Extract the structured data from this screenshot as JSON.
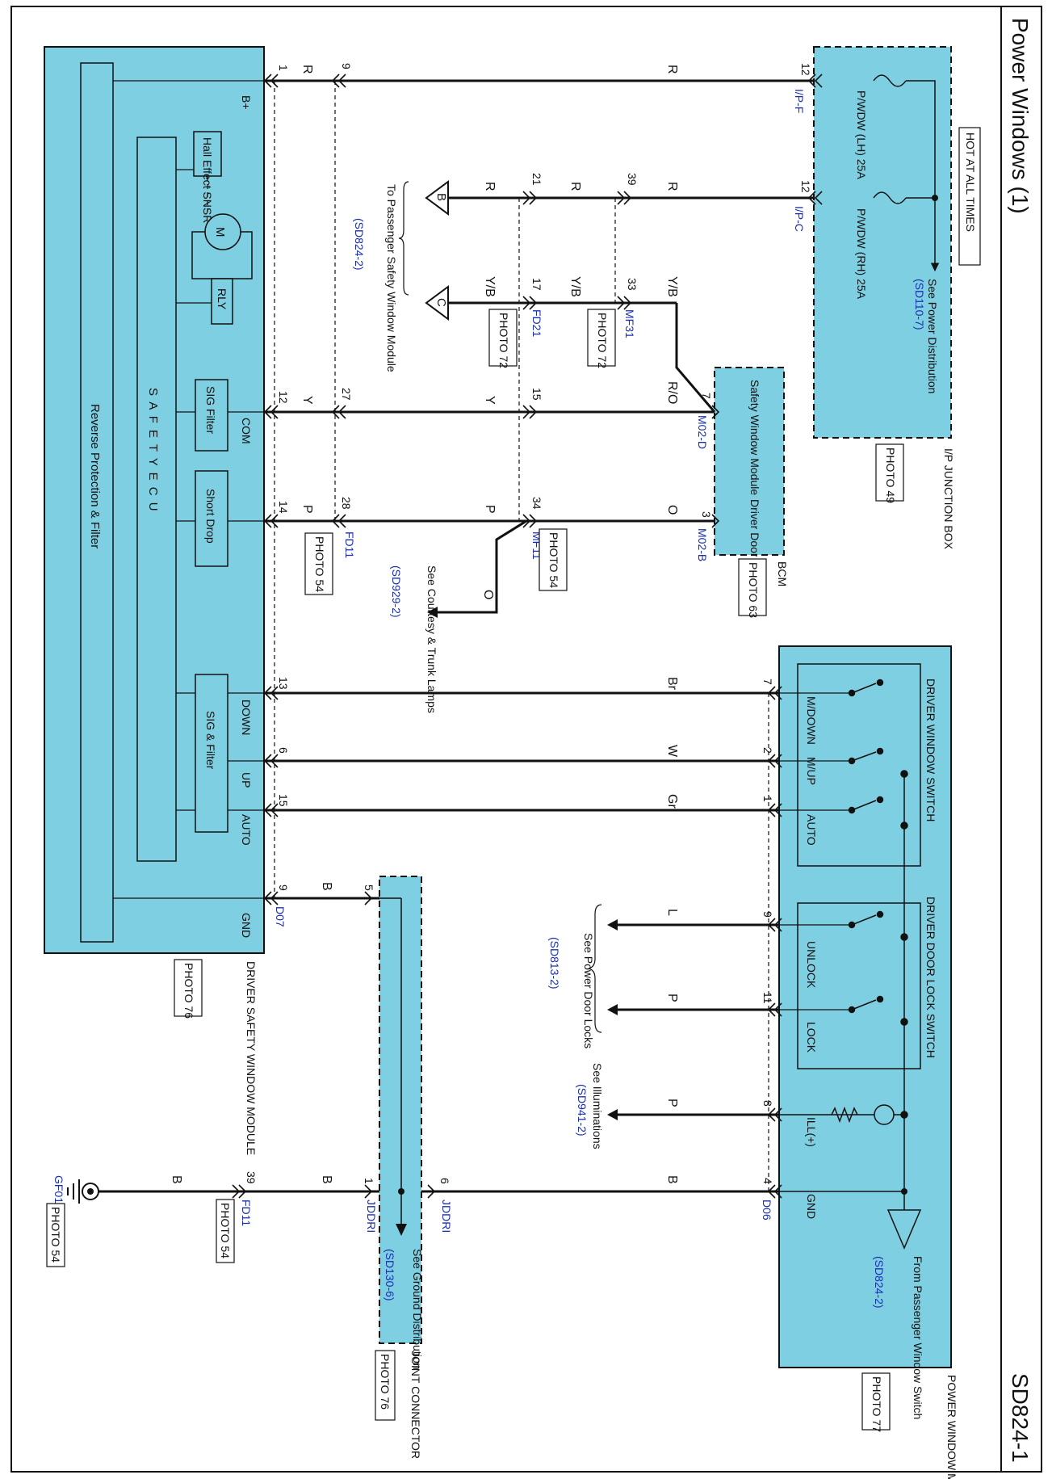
{
  "header": {
    "title": "Power Windows (1)",
    "page_code": "SD824-1"
  },
  "power_box": {
    "fuse_lh": {
      "name": "P/WDW (LH) 25A",
      "pin": "12",
      "connector": "I/P-F"
    },
    "fuse_rh": {
      "name": "P/WDW (RH) 25A",
      "pin": "12",
      "connector": "I/P-C"
    },
    "hot_label": "HOT AT ALL TIMES",
    "see_power": "See Power Distribution",
    "see_power_ref": "(SD110-7)",
    "box_label": "I/P JUNCTION BOX",
    "photo": "PHOTO 49"
  },
  "bcm": {
    "module_text": "Safety Window Module",
    "switch_text": "Driver Door Switch",
    "pin_swm": "7",
    "pin_switch": "3",
    "conn_swm": "M02-D",
    "conn_switch": "M02-B",
    "box_label": "BCM",
    "photo": "PHOTO 63"
  },
  "connectors": {
    "mf31": {
      "name": "MF31",
      "photo": "PHOTO 72"
    },
    "fd21": {
      "name": "FD21",
      "photo": "PHOTO 72"
    },
    "mf11": {
      "name": "MF11",
      "photo": "PHOTO 54"
    },
    "fd11a": {
      "name": "FD11",
      "photo": "PHOTO 54"
    },
    "fd11b": {
      "name": "FD11",
      "photo": "PHOTO 54"
    },
    "d07": "D07",
    "d06": "D06",
    "jddri_a": "JDDRI",
    "jddri_b": "JDDRI",
    "gf01": "GF01",
    "gf01_photo": "PHOTO 54"
  },
  "pins": {
    "ecu_r": "1",
    "mid_r": "9",
    "b_21": "21",
    "b_39": "39",
    "c_17": "17",
    "c_33": "33",
    "ecu_y": "12",
    "mid_y": "27",
    "y_15": "15",
    "ecu_p": "14",
    "mid_p": "28",
    "p_34": "34",
    "ecu_br": "13",
    "sw_br": "7",
    "ecu_w": "6",
    "sw_w": "2",
    "ecu_gr": "15",
    "sw_gr": "1",
    "ecu_gnd": "9",
    "jc_5": "5",
    "sw_l": "9",
    "sw_p11": "11",
    "sw_p8": "8",
    "sw_gnd": "4",
    "jc_6": "6",
    "jc_1": "1",
    "gnd_39": "39"
  },
  "wires": {
    "r": "R",
    "yb": "Y/B",
    "ro": "R/O",
    "y": "Y",
    "p": "P",
    "o": "O",
    "br": "Br",
    "w": "W",
    "gr": "Gr",
    "b": "B",
    "l": "L"
  },
  "refs": {
    "to_passenger": "To Passenger Safety Window Module",
    "to_passenger_ref": "(SD824-2)",
    "see_courtesy": "See Courtesy & Trunk Lamps",
    "see_courtesy_ref": "(SD929-2)",
    "see_door_locks": "See Power Door Locks",
    "see_door_locks_ref": "(SD813-2)",
    "see_illum": "See Illuminations",
    "see_illum_ref": "(SD941-2)",
    "see_ground": "See Ground Distribution",
    "see_ground_ref": "(SD130-6)",
    "from_passenger": "From Passenger Window Switch",
    "from_passenger_ref": "(SD824-2)"
  },
  "ecu": {
    "b_plus": "B+",
    "hall": "Hall Effect SNSR",
    "motor": "M",
    "rly": "RLY",
    "safety_ecu": "S A F E T Y    E C U",
    "sig_filter": "SIG Filter",
    "short_drop": "Short Drop",
    "sig_and_filter": "SIG & Filter",
    "com": "COM",
    "down": "DOWN",
    "up": "UP",
    "auto": "AUTO",
    "gnd": "GND",
    "reverse": "Reverse Protection & Filter",
    "label": "DRIVER SAFETY WINDOW MODULE",
    "photo": "PHOTO 76"
  },
  "main_switch": {
    "window_switch": "DRIVER WINDOW SWITCH",
    "m_down": "M/DOWN",
    "m_up": "M/UP",
    "auto": "AUTO",
    "door_lock": "DRIVER DOOR LOCK SWITCH",
    "unlock": "UNLOCK",
    "lock": "LOCK",
    "ill": "ILL(+)",
    "gnd": "GND",
    "label": "POWER WINDOW MAIN SWITCH",
    "photo": "PHOTO 77"
  },
  "joint": {
    "label": "JOINT CONNECTOR",
    "photo": "PHOTO 76"
  },
  "colors": {
    "module_fill": "#7ecfe2",
    "ink": "#111111",
    "ref_blue": "#1a2fb0"
  }
}
